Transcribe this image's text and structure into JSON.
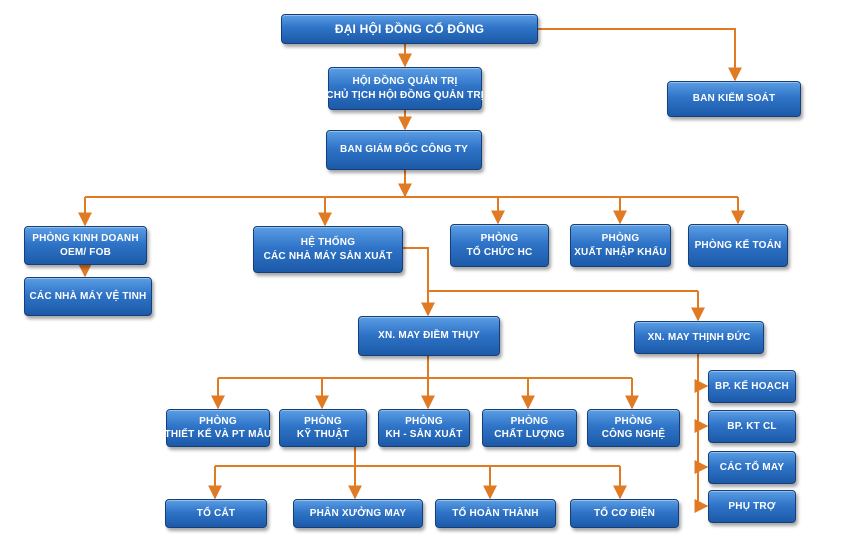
{
  "nodes": {
    "dhdcd": [
      "ĐẠI HỘI ĐỒNG CỔ ĐÔNG"
    ],
    "hdqt": [
      "HỘI ĐỒNG QUẢN TRỊ",
      "CHỦ TỊCH HỘI ĐỒNG QUẢN TRỊ"
    ],
    "bks": [
      "BAN KIỂM SOÁT"
    ],
    "bgd": [
      "BAN GIÁM ĐỐC CÔNG TY"
    ],
    "kinhdoanh": [
      "PHÒNG  KINH  DOANH",
      "OEM/ FOB"
    ],
    "vetinh": [
      "CÁC NHÀ  MÁY VỆ TINH"
    ],
    "hethong": [
      "HỆ  THỐNG",
      "CÁC NHÀ  MÁY SẢN XUẤT"
    ],
    "tochuc": [
      "PHÒNG",
      "TỔ CHỨC HC"
    ],
    "xnk": [
      "PHÒNG",
      "XUẤT NHẬP KHẨU"
    ],
    "ketoan": [
      "PHÒNG  KẾ  TOÁN"
    ],
    "diemthuy": [
      "XN. MAY ĐIỀM THỤY"
    ],
    "thinhduc": [
      "XN. MAY THỊNH  ĐỨC"
    ],
    "thietke": [
      "PHÒNG",
      "THIẾT KẾ  VÀ PT MẪU"
    ],
    "kythuat": [
      "PHÒNG",
      "KỸ THUẬT"
    ],
    "khsx": [
      "PHÒNG",
      "KH  - SẢN XUẤT"
    ],
    "chatluong": [
      "PHÒNG",
      "CHẤT LƯỢNG"
    ],
    "congnghe": [
      "PHÒNG",
      "CÔNG NGHỆ"
    ],
    "tocat": [
      "TỔ CẮT"
    ],
    "phanxuong": [
      "PHÂN XƯỞNG  MAY"
    ],
    "tohoanthanh": [
      "TỔ  HOÀN  THÀNH"
    ],
    "tocodien": [
      "TỔ  CƠ  ĐIỆN"
    ],
    "kehoach": [
      "BP.  KẾ  HOẠCH"
    ],
    "ktcl": [
      "BP.  KT CL"
    ],
    "catomay": [
      "CÁC TỔ MAY"
    ],
    "phutro": [
      "PHỤ  TRỢ"
    ]
  },
  "colors": {
    "connector": "#e07b24",
    "box_top": "#5b9ee4",
    "box_bottom": "#1c5aa8",
    "box_text": "#ffffff"
  }
}
